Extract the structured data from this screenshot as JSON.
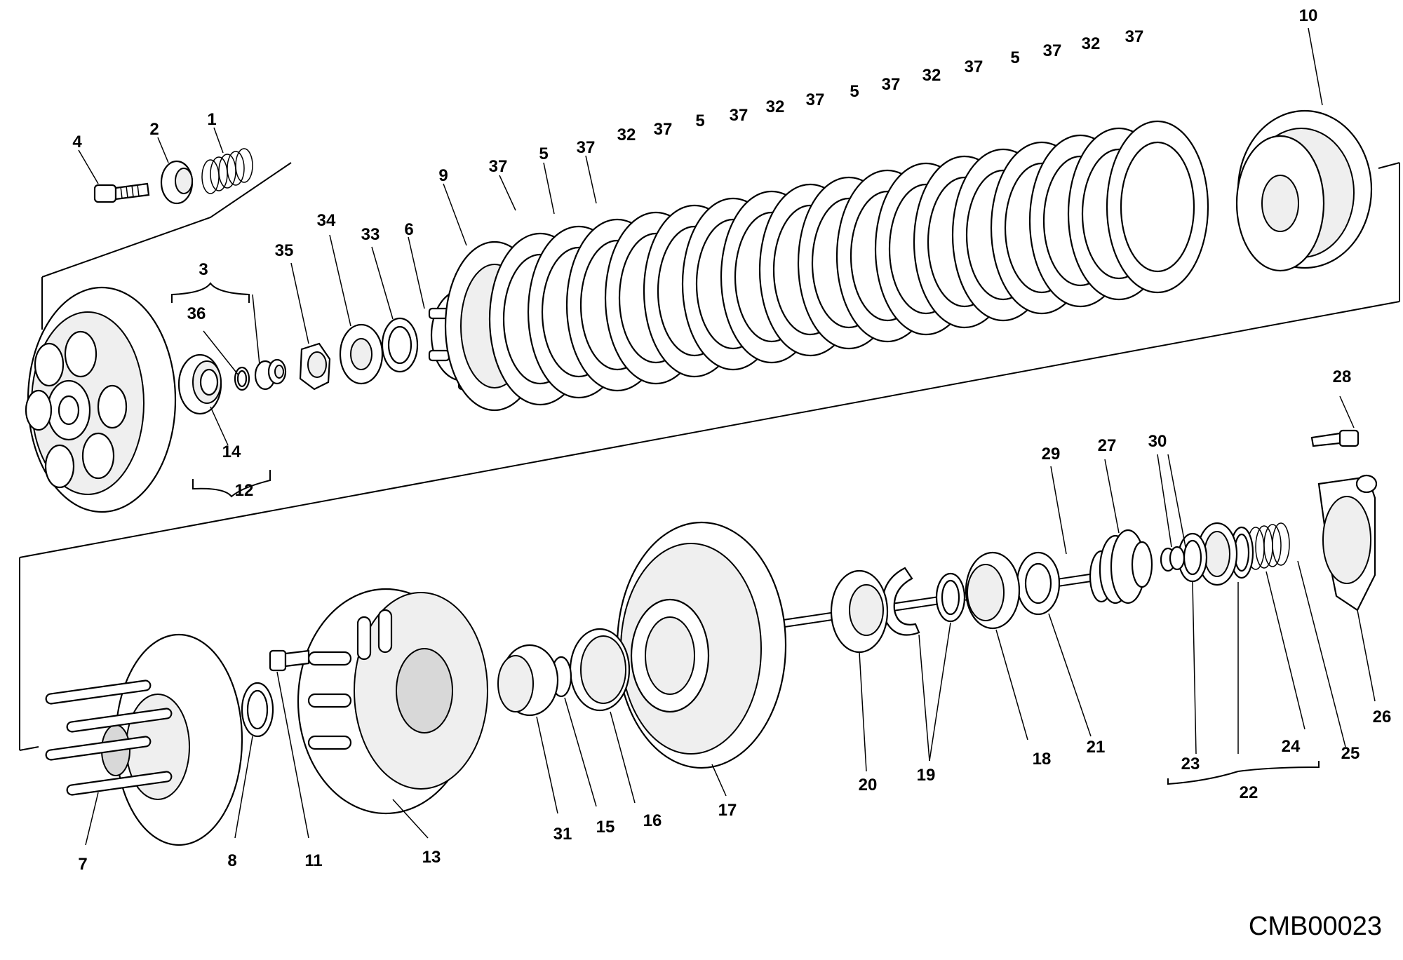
{
  "drawing_code": "CMB00023",
  "callouts": [
    {
      "id": "c4",
      "text": "4"
    },
    {
      "id": "c2",
      "text": "2"
    },
    {
      "id": "c1",
      "text": "1"
    },
    {
      "id": "c3",
      "text": "3"
    },
    {
      "id": "c36",
      "text": "36"
    },
    {
      "id": "c14",
      "text": "14"
    },
    {
      "id": "c12",
      "text": "12"
    },
    {
      "id": "c35",
      "text": "35"
    },
    {
      "id": "c34",
      "text": "34"
    },
    {
      "id": "c33",
      "text": "33"
    },
    {
      "id": "c6",
      "text": "6"
    },
    {
      "id": "c9",
      "text": "9"
    },
    {
      "id": "c37a",
      "text": "37"
    },
    {
      "id": "c5a",
      "text": "5"
    },
    {
      "id": "c37b",
      "text": "37"
    },
    {
      "id": "c32a",
      "text": "32"
    },
    {
      "id": "c37c",
      "text": "37"
    },
    {
      "id": "c5b",
      "text": "5"
    },
    {
      "id": "c37d",
      "text": "37"
    },
    {
      "id": "c32b",
      "text": "32"
    },
    {
      "id": "c37e",
      "text": "37"
    },
    {
      "id": "c5c",
      "text": "5"
    },
    {
      "id": "c37f",
      "text": "37"
    },
    {
      "id": "c32c",
      "text": "32"
    },
    {
      "id": "c37g",
      "text": "37"
    },
    {
      "id": "c5d",
      "text": "5"
    },
    {
      "id": "c37h",
      "text": "37"
    },
    {
      "id": "c32d",
      "text": "32"
    },
    {
      "id": "c37i",
      "text": "37"
    },
    {
      "id": "c10",
      "text": "10"
    },
    {
      "id": "c28",
      "text": "28"
    },
    {
      "id": "c29",
      "text": "29"
    },
    {
      "id": "c27",
      "text": "27"
    },
    {
      "id": "c30",
      "text": "30"
    },
    {
      "id": "c26",
      "text": "26"
    },
    {
      "id": "c25",
      "text": "25"
    },
    {
      "id": "c24",
      "text": "24"
    },
    {
      "id": "c23",
      "text": "23"
    },
    {
      "id": "c22",
      "text": "22"
    },
    {
      "id": "c21",
      "text": "21"
    },
    {
      "id": "c18",
      "text": "18"
    },
    {
      "id": "c19",
      "text": "19"
    },
    {
      "id": "c20",
      "text": "20"
    },
    {
      "id": "c17",
      "text": "17"
    },
    {
      "id": "c16",
      "text": "16"
    },
    {
      "id": "c15",
      "text": "15"
    },
    {
      "id": "c31",
      "text": "31"
    },
    {
      "id": "c13",
      "text": "13"
    },
    {
      "id": "c11",
      "text": "11"
    },
    {
      "id": "c8",
      "text": "8"
    },
    {
      "id": "c7",
      "text": "7"
    }
  ]
}
